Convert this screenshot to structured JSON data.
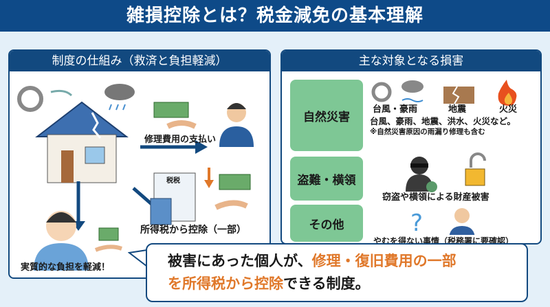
{
  "title": "雑損控除とは？税金減免の基本理解",
  "left_panel": {
    "header": "制度の仕組み（救済と負担軽減）",
    "payment_label": "修理費用の支払い",
    "document_label": "税税",
    "deduction_label": "所得税から控除（一部）",
    "relief_label": "実質的な負担を軽減！"
  },
  "right_panel": {
    "header": "主な対象となる損害",
    "categories": [
      {
        "name": "自然災害",
        "icons": [
          "台風・豪雨",
          "地震",
          "火災"
        ],
        "desc": "台風、豪雨、地震、洪水、火災など。",
        "note": "※自然災害原因の雨漏り修理も含む"
      },
      {
        "name": "盗難・横領",
        "desc": "窃盗や横領による財産被害"
      },
      {
        "name": "その他",
        "desc": "やむを得ない事情（税務署に要確認）"
      }
    ]
  },
  "callout": {
    "part1": "被害にあった個人が、",
    "hl1": "修理・復旧費用の一部",
    "hl2": "を所得税から控除",
    "part2": "できる制度。"
  },
  "colors": {
    "navy": "#12497f",
    "green": "#7ec795",
    "orange": "#e0782a"
  }
}
